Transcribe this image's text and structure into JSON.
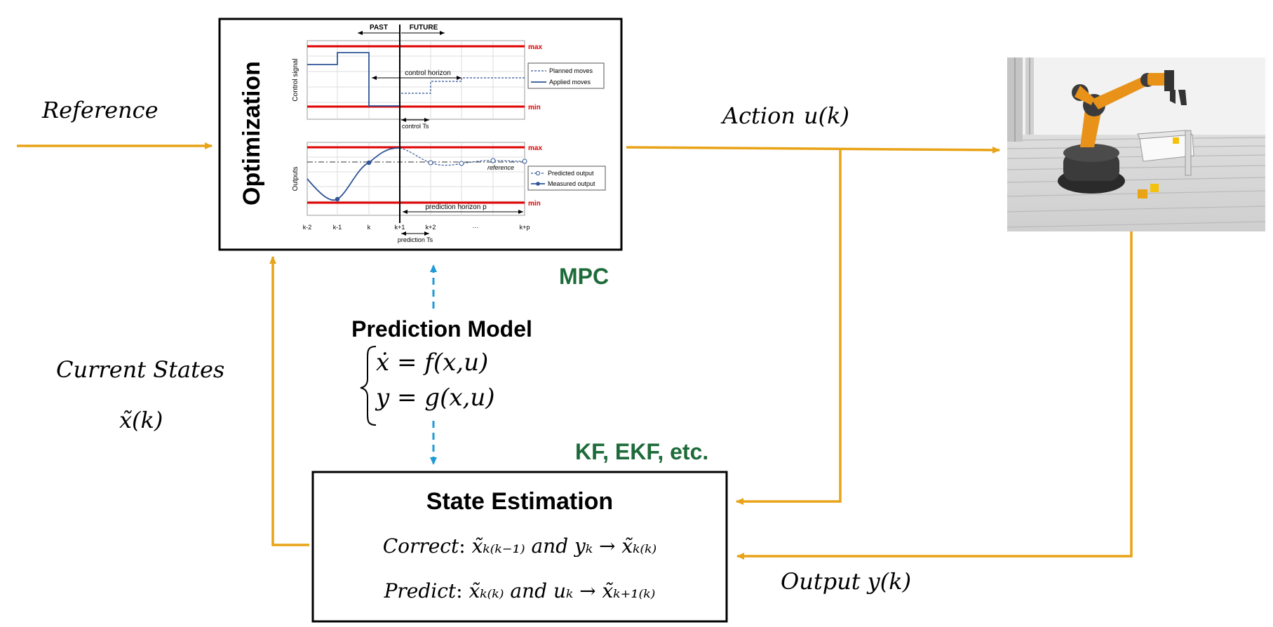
{
  "colors": {
    "arrow": "#E8A317",
    "green": "#1E6B3A",
    "dashed_blue": "#1E9BD7",
    "limit_red": "#E00000",
    "signal_blue": "#2F5597",
    "black": "#000000"
  },
  "labels": {
    "reference": "Reference",
    "action_prefix": "Action",
    "action_var": "u(k)",
    "current_states": "Current States",
    "current_states_var": "x̃(k)",
    "output_prefix": "Output",
    "output_var": "y(k)",
    "mpc": "MPC",
    "kf": "KF, EKF, etc."
  },
  "prediction_model": {
    "title": "Prediction Model",
    "eq1": "ẋ = f(x,u)",
    "eq2": "y = g(x,u)"
  },
  "state_estimation": {
    "title": "State Estimation",
    "correct_label": "Correct",
    "correct_eq": "x̃ₖ₍ₖ₋₁₎ and yₖ → x̃ₖ₍ₖ₎",
    "predict_label": "Predict",
    "predict_eq": "x̃ₖ₍ₖ₎ and uₖ → x̃ₖ₊₁₍ₖ₎"
  },
  "optimization": {
    "title": "Optimization",
    "past": "PAST",
    "future": "FUTURE",
    "max": "max",
    "min": "min",
    "control_signal_label": "Control signal",
    "outputs_label": "Outputs",
    "control_horizon": "control horizon",
    "control_ts": "control Ts",
    "prediction_horizon": "prediction horizon p",
    "prediction_ts": "prediction Ts",
    "reference": "reference",
    "legend_planned": "Planned moves",
    "legend_applied": "Applied moves",
    "legend_predicted": "Predicted output",
    "legend_measured": "Measured output",
    "ticks": [
      "k-2",
      "k-1",
      "k",
      "k+1",
      "k+2",
      "···",
      "k+p"
    ]
  },
  "robot": {
    "description_icon": "robot-arm-photo"
  }
}
